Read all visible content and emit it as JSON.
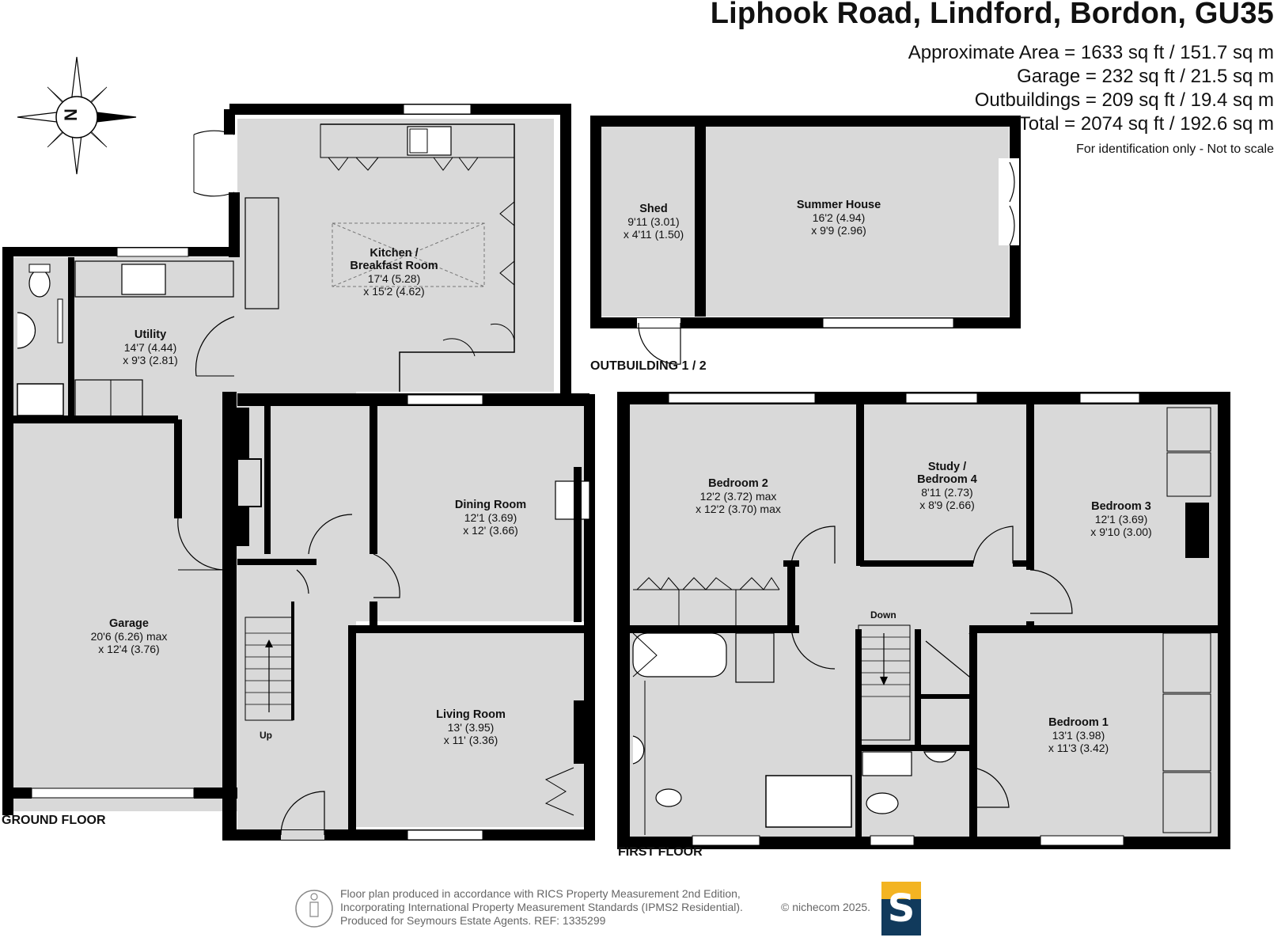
{
  "header": {
    "title": "Liphook Road, Lindford, Bordon, GU35",
    "area_lines": [
      "Approximate Area = 1633 sq ft / 151.7 sq m",
      "Garage = 232 sq ft / 21.5 sq m",
      "Outbuildings = 209 sq ft / 19.4 sq m",
      "Total = 2074 sq ft / 192.6 sq m"
    ],
    "note": "For identification only - Not to scale"
  },
  "compass": {
    "letter": "N",
    "icon": "compass-rose-icon"
  },
  "rooms": {
    "kitchen": {
      "name1": "Kitchen /",
      "name2": "Breakfast Room",
      "dim1": "17'4 (5.28)",
      "dim2": "x 15'2 (4.62)"
    },
    "utility": {
      "name": "Utility",
      "dim1": "14'7 (4.44)",
      "dim2": "x 9'3 (2.81)"
    },
    "garage": {
      "name": "Garage",
      "dim1": "20'6 (6.26) max",
      "dim2": "x 12'4 (3.76)"
    },
    "dining": {
      "name": "Dining Room",
      "dim1": "12'1 (3.69)",
      "dim2": "x 12' (3.66)"
    },
    "living": {
      "name": "Living Room",
      "dim1": "13' (3.95)",
      "dim2": "x 11' (3.36)"
    },
    "shed": {
      "name": "Shed",
      "dim1": "9'11 (3.01)",
      "dim2": "x 4'11 (1.50)"
    },
    "summer": {
      "name": "Summer House",
      "dim1": "16'2 (4.94)",
      "dim2": "x 9'9 (2.96)"
    },
    "bedroom2": {
      "name": "Bedroom 2",
      "dim1": "12'2 (3.72) max",
      "dim2": "x 12'2 (3.70) max"
    },
    "study": {
      "name1": "Study /",
      "name2": "Bedroom 4",
      "dim1": "8'11 (2.73)",
      "dim2": "x 8'9 (2.66)"
    },
    "bedroom3": {
      "name": "Bedroom 3",
      "dim1": "12'1 (3.69)",
      "dim2": "x 9'10 (3.00)"
    },
    "bedroom1": {
      "name": "Bedroom 1",
      "dim1": "13'1 (3.98)",
      "dim2": "x 11'3 (3.42)"
    }
  },
  "floors": {
    "ground": "GROUND FLOOR",
    "first": "FIRST FLOOR",
    "outbuilding": "OUTBUILDING 1 / 2"
  },
  "stairs": {
    "up": "Up",
    "down": "Down"
  },
  "footer": {
    "lines": [
      "Floor plan produced in accordance with RICS Property Measurement 2nd Edition,",
      "Incorporating International Property Measurement Standards (IPMS2 Residential).",
      "Produced for Seymours Estate Agents.   REF: 1335299"
    ],
    "copyright": "© nichecom 2025.",
    "logo_letter": "S",
    "logo_colors": {
      "top": "#f3b422",
      "bottom": "#113a5c"
    }
  },
  "colors": {
    "wall": "#000000",
    "floor": "#d9d9d9"
  }
}
